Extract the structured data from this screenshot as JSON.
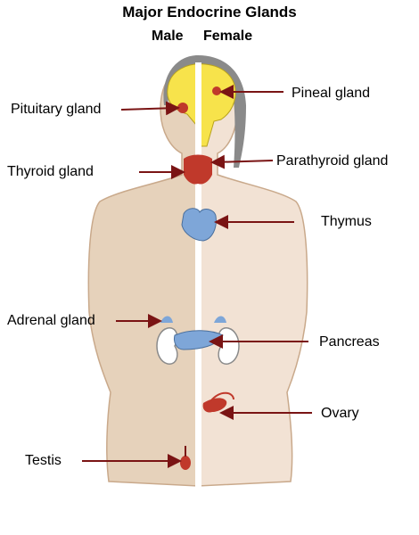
{
  "title": "Major Endocrine Glands",
  "sides": {
    "male": "Male",
    "female": "Female"
  },
  "labels": {
    "pituitary": "Pituitary gland",
    "thyroid": "Thyroid gland",
    "adrenal": "Adrenal gland",
    "testis": "Testis",
    "pineal": "Pineal gland",
    "parathyroid": "Parathyroid gland",
    "thymus": "Thymus",
    "pancreas": "Pancreas",
    "ovary": "Ovary"
  },
  "colors": {
    "male_skin": "#e6d2bb",
    "female_skin": "#f2e2d4",
    "outline": "#c9a98b",
    "hair": "#8a8a8a",
    "brain": "#f7e34b",
    "gland_red": "#c0392b",
    "gland_blue": "#7ea6d8",
    "leader": "#7a1414"
  }
}
